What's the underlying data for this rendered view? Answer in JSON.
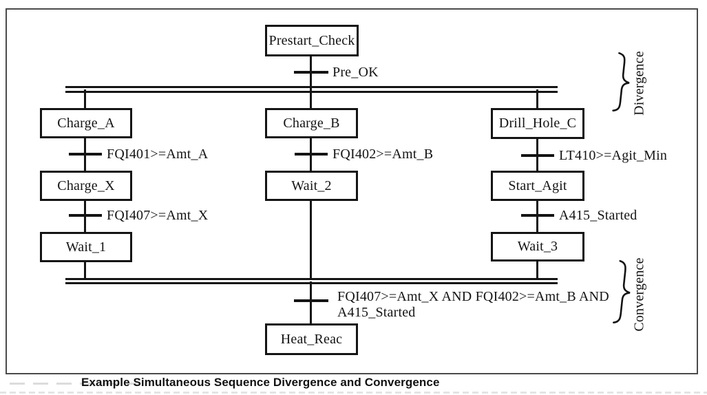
{
  "caption": "Example Simultaneous Sequence Divergence and Convergence",
  "annotations": {
    "divergence": "Divergence",
    "convergence": "Convergence"
  },
  "steps": {
    "prestart_check": "Prestart_Check",
    "charge_a": "Charge_A",
    "charge_b": "Charge_B",
    "drill_hole_c": "Drill_Hole_C",
    "charge_x": "Charge_X",
    "wait_2": "Wait_2",
    "start_agit": "Start_Agit",
    "wait_1": "Wait_1",
    "wait_3": "Wait_3",
    "heat_reac": "Heat_Reac"
  },
  "transitions": {
    "pre_ok": "Pre_OK",
    "fqi401": "FQI401>=Amt_A",
    "fqi402": "FQI402>=Amt_B",
    "lt410": "LT410>=Agit_Min",
    "fqi407": "FQI407>=Amt_X",
    "a415": "A415_Started",
    "convergence_line1": "FQI407>=Amt_X AND FQI402>=Amt_B AND",
    "convergence_line2": "A415_Started"
  },
  "colors": {
    "stroke": "#141414",
    "background": "#ffffff",
    "frame": "#4a4a4a"
  }
}
